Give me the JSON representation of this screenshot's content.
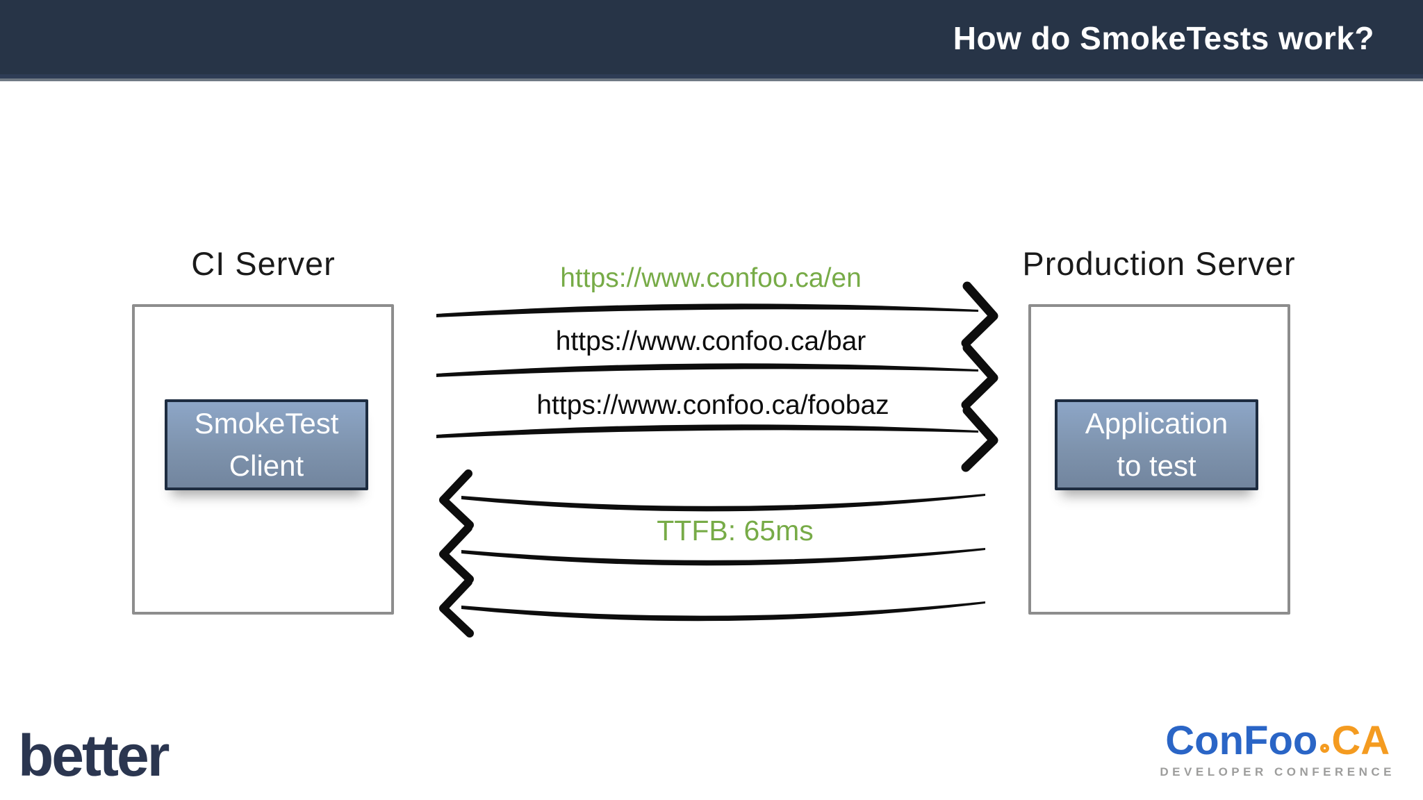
{
  "header": {
    "title": "How do SmokeTests work?"
  },
  "diagram": {
    "left_server": {
      "label": "CI Server",
      "node": "SmokeTest\nClient"
    },
    "right_server": {
      "label": "Production Server",
      "node": "Application\nto test"
    },
    "requests": [
      {
        "label": "https://www.confoo.ca/en",
        "highlighted": true
      },
      {
        "label": "https://www.confoo.ca/bar",
        "highlighted": false
      },
      {
        "label": "https://www.confoo.ca/foobaz",
        "highlighted": false
      }
    ],
    "responses": [
      {
        "label": "TTFB: 65ms",
        "highlighted": true
      }
    ]
  },
  "footer": {
    "brand": "better",
    "conference": {
      "name_primary": "ConFoo",
      "tld": "CA",
      "tagline": "DEVELOPER CONFERENCE"
    }
  },
  "theme": {
    "header_bg": "#273447",
    "header_text": "#ffffff",
    "green": "#77ab47",
    "ink": "#0d0d0d",
    "box_border": "#8d8d8d",
    "chip_top": "#8da6c7",
    "chip_bottom": "#72859e",
    "chip_border": "#1d2c40",
    "chip_text": "#ffffff",
    "better_navy": "#2b3650",
    "confoo_blue": "#2a65c6",
    "confoo_orange": "#f49b20",
    "confoo_gray": "#9d9d9c"
  }
}
